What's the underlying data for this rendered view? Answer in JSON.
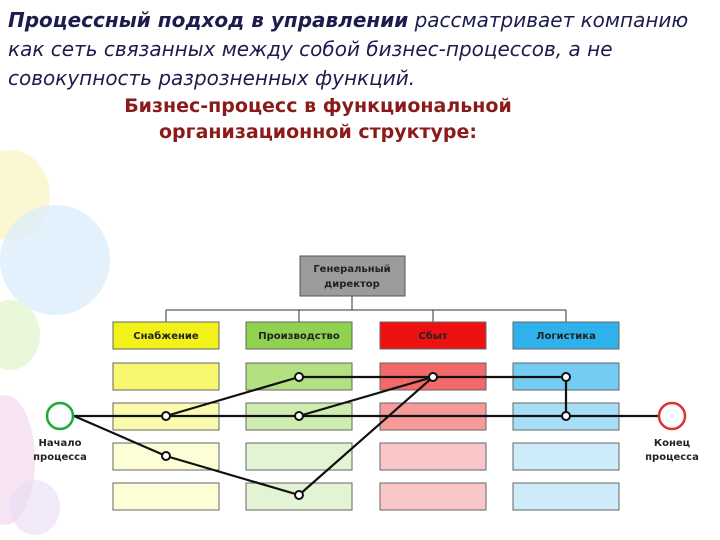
{
  "heading": {
    "bold": "Процессный подход в управлении",
    "rest": " рассматривает компанию как сеть связанных между собой бизнес-процессов, а не совокупность разрозненных функций.",
    "subtitle_line1": "Бизнес-процесс в функциональной",
    "subtitle_line2": "организационной структуре:"
  },
  "diagram": {
    "director": "Генеральный директор",
    "departments": [
      {
        "label": "Снабжение",
        "color": "#f2f21a",
        "light": "#f8f870",
        "lighter": "#fbfbb0",
        "lightest": "#fdfdd6"
      },
      {
        "label": "Производство",
        "color": "#8ed24f",
        "light": "#b3e081",
        "lighter": "#cfedb0",
        "lightest": "#e3f4d4"
      },
      {
        "label": "Сбыт",
        "color": "#ee1111",
        "light": "#f36868",
        "lighter": "#f69a9a",
        "lightest": "#f9c7c7"
      },
      {
        "label": "Логистика",
        "color": "#2fb2ec",
        "light": "#74ccf2",
        "lighter": "#a7def6",
        "lightest": "#cdebf9"
      }
    ],
    "start_line1": "Начало",
    "start_line2": "процесса",
    "end_line1": "Конец",
    "end_line2": "процесса",
    "colors": {
      "director": "#9b9b9b",
      "start": "#1aaa3a",
      "end": "#dd3333",
      "line": "#111111"
    }
  }
}
